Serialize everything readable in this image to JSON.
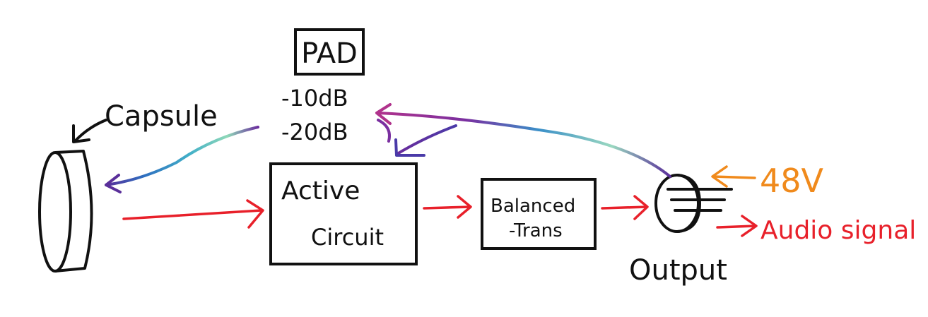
{
  "labels": {
    "pad": "PAD",
    "pad_option_1": "-10dB",
    "pad_option_2": "-20dB",
    "capsule": "Capsule",
    "active_line1": "Active",
    "active_line2": "Circuit",
    "balanced_line1": "Balanced",
    "balanced_line2": "-Trans",
    "output": "Output",
    "phantom": "48V",
    "audio": "Audio signal"
  },
  "colors": {
    "ink": "#111111",
    "signal": "#e8202a",
    "phantom": "#f08a1c",
    "audio": "#e8202a",
    "power_start": "#6a2c9c",
    "power_mid": "#2fa0c8",
    "power_light": "#a9e0c0"
  }
}
